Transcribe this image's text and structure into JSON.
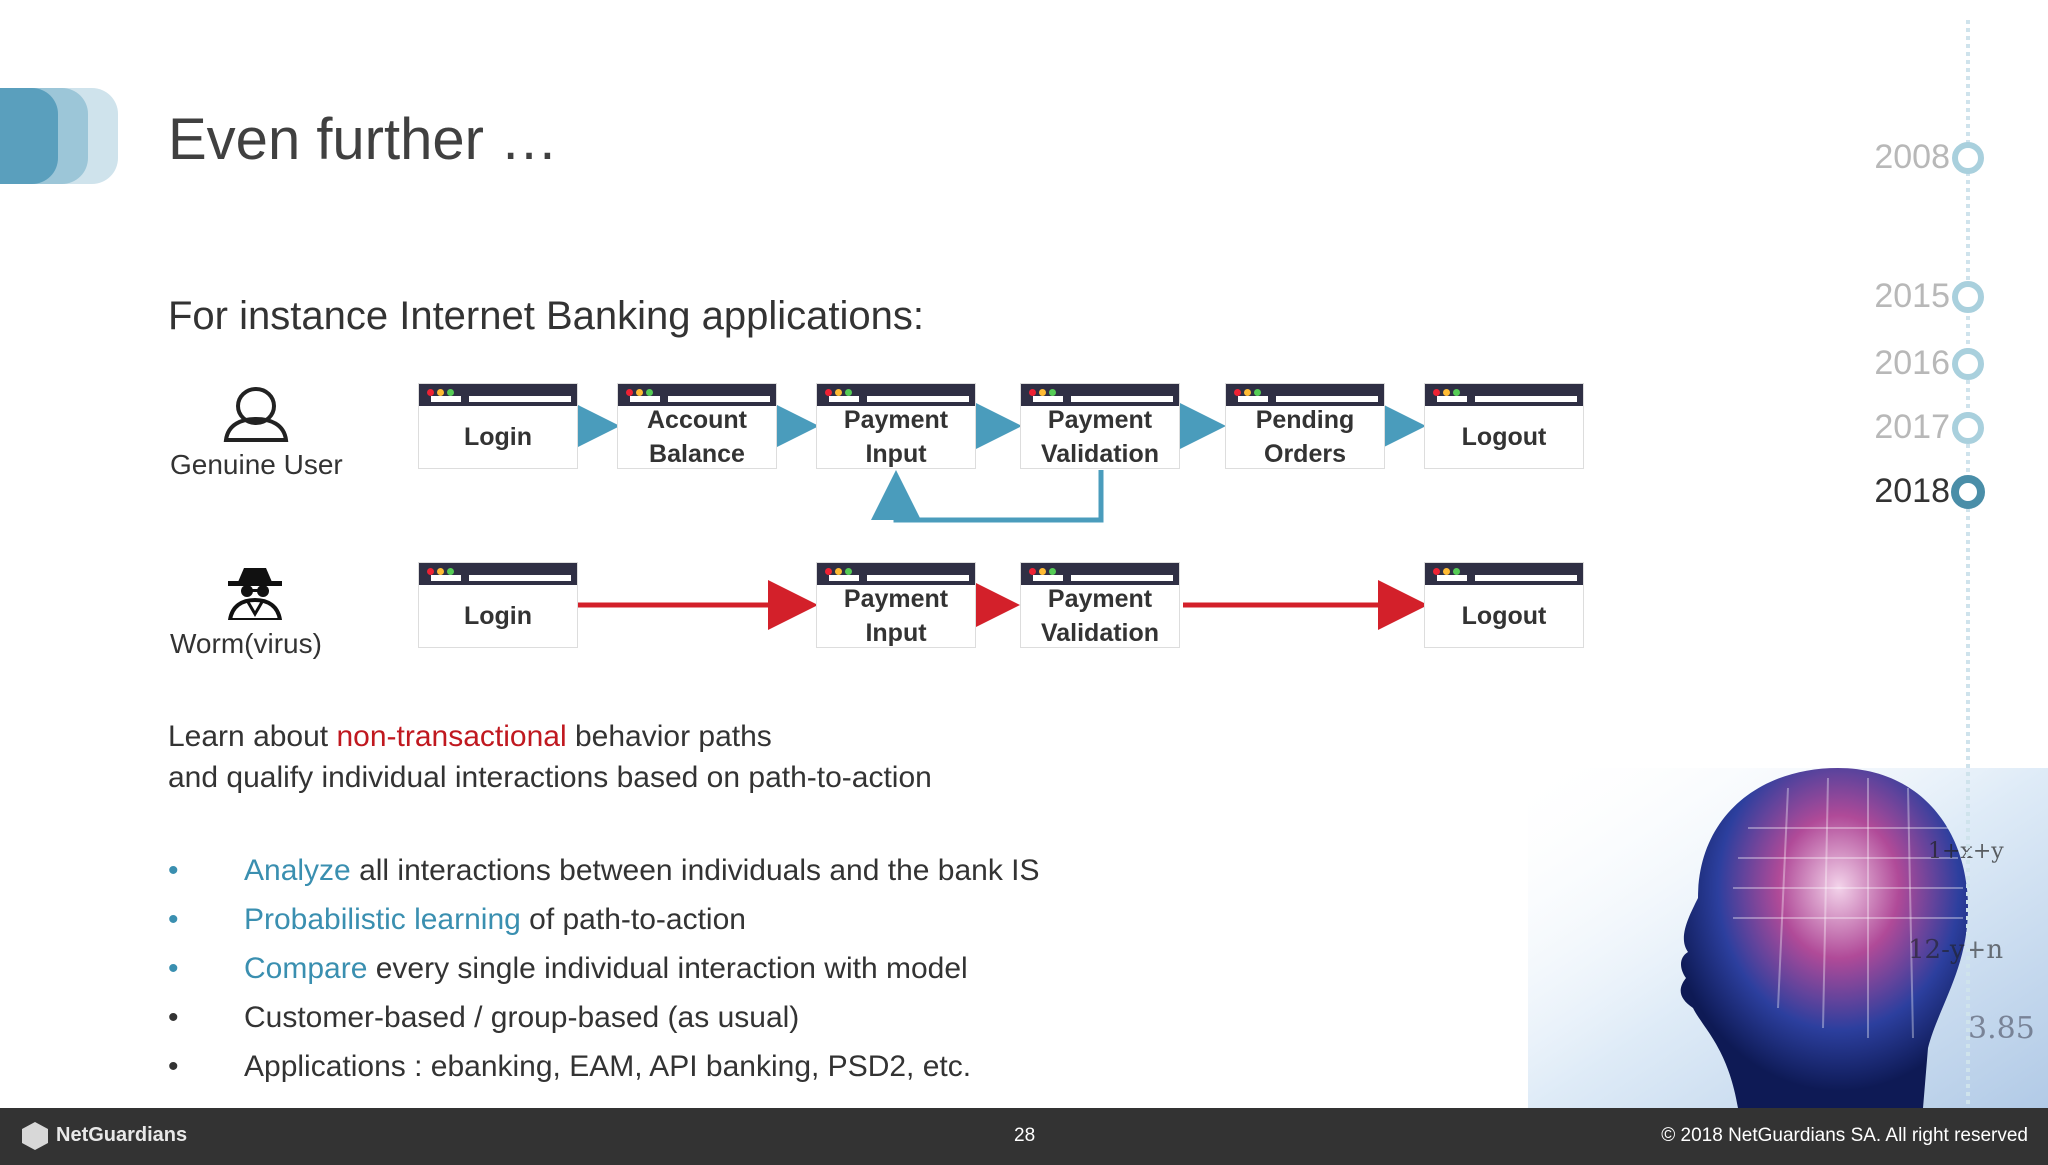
{
  "slide": {
    "title": "Even further …",
    "subtitle": "For instance Internet Banking applications:"
  },
  "actors": {
    "genuine": "Genuine User",
    "worm": "Worm(virus)"
  },
  "flow_genuine": [
    "Login",
    "Account\nBalance",
    "Payment\nInput",
    "Payment\nValidation",
    "Pending\nOrders",
    "Logout"
  ],
  "flow_worm": [
    "Login",
    "Payment\nInput",
    "Payment\nValidation",
    "Logout"
  ],
  "learn": {
    "line1_pre": "Learn about ",
    "line1_highlight": "non-transactional",
    "line1_post": " behavior paths",
    "line2": "and qualify individual interactions based on path-to-action"
  },
  "bullets": [
    {
      "highlight": "Analyze",
      "rest": " all interactions between individuals and the bank IS"
    },
    {
      "highlight": "Probabilistic learning",
      "rest": " of path-to-action"
    },
    {
      "highlight": "Compare",
      "rest": " every single individual interaction with model"
    },
    {
      "highlight": "",
      "rest": "Customer-based / group-based (as usual)"
    },
    {
      "highlight": "",
      "rest": "Applications : ebanking, EAM, API banking, PSD2, etc."
    }
  ],
  "timeline": {
    "years": [
      "2008",
      "2015",
      "2016",
      "2017",
      "2018"
    ],
    "active": "2018"
  },
  "footer": {
    "brand": "NetGuardians",
    "page_number": "28",
    "copyright": "© 2018 NetGuardians SA. All right reserved"
  },
  "colors": {
    "accent_blue": "#3a8fb0",
    "accent_red": "#c0181f",
    "timeline_light": "#a9d0dd",
    "timeline_active": "#4a8ea8",
    "footer_bg": "#333333"
  }
}
